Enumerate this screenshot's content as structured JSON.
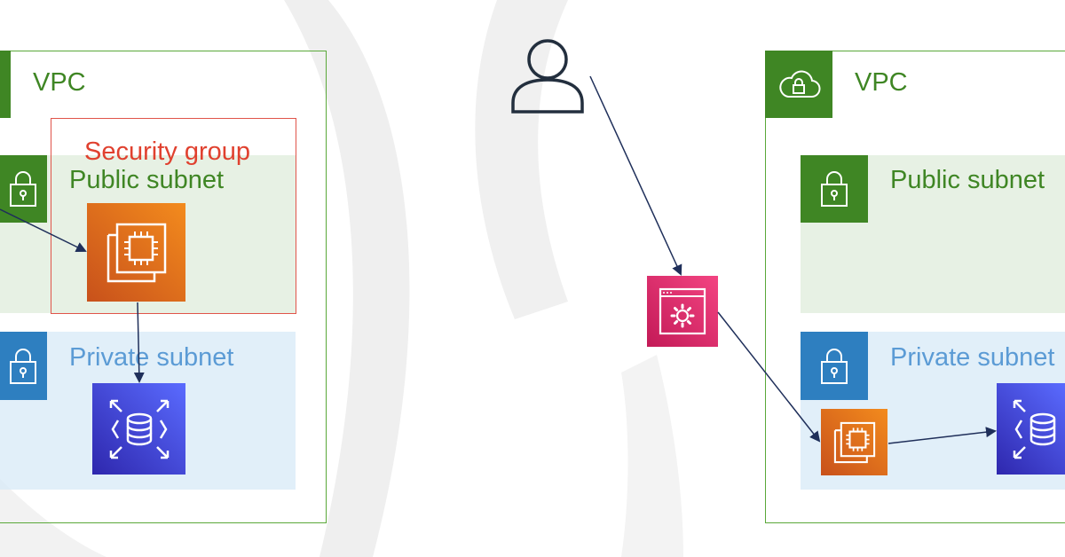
{
  "left": {
    "vpc_label": "VPC",
    "security_group_label": "Security group",
    "public_subnet_label": "Public subnet",
    "private_subnet_label": "Private subnet"
  },
  "right": {
    "vpc_label": "VPC",
    "public_subnet_label": "Public subnet",
    "private_subnet_label": "Private subnet"
  },
  "colors": {
    "vpc_green": "#3f8624",
    "subnet_public_fill": "#deecda",
    "subnet_private_fill": "#d6e9f6",
    "security_group_red": "#e0544a",
    "ec2_orange": "#f38b1d",
    "rds_blue": "#3b48cc",
    "api_gateway_pink": "#e7157b",
    "arrow_navy": "#1f2f5a"
  },
  "icons": {
    "user": "user-icon",
    "ec2": "ec2-instance-icon",
    "rds": "rds-database-icon",
    "api_gateway": "api-gateway-icon",
    "vpc": "vpc-cloud-lock-icon",
    "subnet": "subnet-lock-icon"
  }
}
